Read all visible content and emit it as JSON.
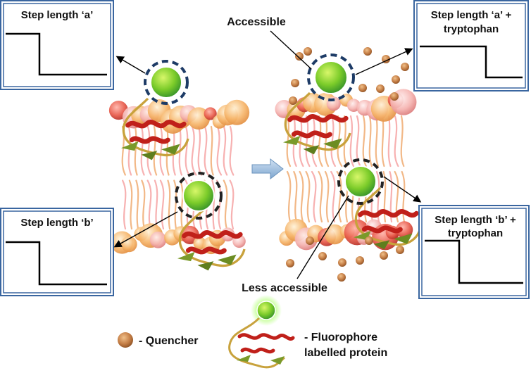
{
  "panels": {
    "top_left_title": "Step length ‘a’",
    "bottom_left_title": "Step length ‘b’",
    "top_right_title_line1": "Step length ‘a’ +",
    "top_right_title_line2": "tryptophan",
    "bottom_right_title_line1": "Step length ‘b’ +",
    "bottom_right_title_line2": "tryptophan"
  },
  "annotations": {
    "accessible": "Accessible",
    "less_accessible": "Less accessible"
  },
  "legend": {
    "quencher": "- Quencher",
    "fluorophore_line1": "- Fluorophore",
    "fluorophore_line2": "labelled protein"
  },
  "colors": {
    "panel_border": "#3a66a0",
    "step_line": "#000000",
    "fluorophore_green": "#8fd62a",
    "dashed_ring": "#1d3b66",
    "quencher": "#b86f3a",
    "helix_red": "#c0201a",
    "lipid_tan": "#f2c77c",
    "arrow_blue": "#8fb4d8"
  }
}
